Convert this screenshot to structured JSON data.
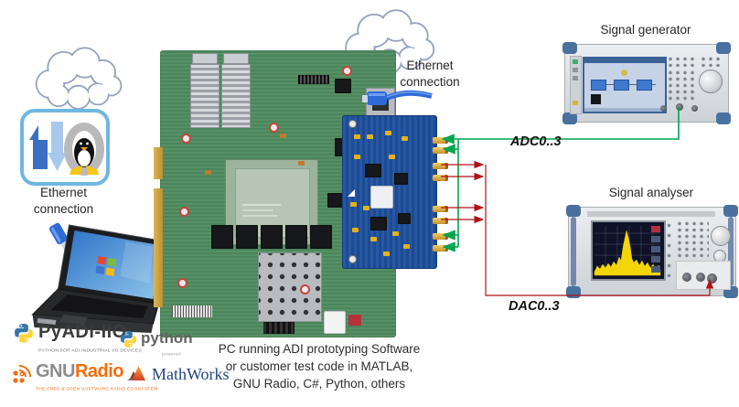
{
  "labels": {
    "ethernet_left": "Ethernet\nconnection",
    "ethernet_top": "Ethernet\nconnection",
    "signal_generator": "Signal generator",
    "signal_analyser": "Signal analyser",
    "pc_caption": "PC running ADI prototyping Software\nor customer test code in MATLAB,\nGNU Radio, C#, Python, others"
  },
  "connections": {
    "adc": {
      "label": "ADC0..3",
      "color": "#00A550",
      "channels": 4
    },
    "dac": {
      "label": "DAC0..3",
      "color": "#B01116",
      "channels": 4
    }
  },
  "logos": {
    "pyadi_iio": {
      "name": "PyADI-IIO",
      "tagline": "PYTHON FOR ADI INDUSTRIAL I/O DEVICES"
    },
    "python": {
      "name": "python",
      "sub": "powered"
    },
    "gnu_radio": {
      "gnu": "GNU",
      "radio": "Radio",
      "tagline": "THE FREE & OPEN SOFTWARE RADIO ECOSYSTEM"
    },
    "mathworks": {
      "name": "MathWorks"
    }
  },
  "colors": {
    "cloud_outline": "#97A3BD",
    "board_green": "#4E8A5E",
    "fmc_blue": "#1D4F9C",
    "adc_green": "#00A550",
    "dac_red": "#B01116"
  }
}
